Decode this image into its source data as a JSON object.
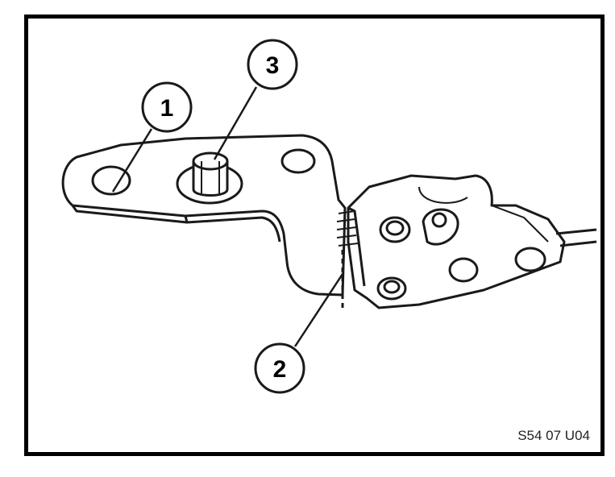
{
  "diagram": {
    "callouts": [
      {
        "id": "callout-1",
        "label": "1"
      },
      {
        "id": "callout-2",
        "label": "2"
      },
      {
        "id": "callout-3",
        "label": "3"
      }
    ],
    "reference_code": "S54 07 U04"
  },
  "colors": {
    "frame": "#000000",
    "line": "#1a1a1a",
    "background": "#ffffff"
  }
}
